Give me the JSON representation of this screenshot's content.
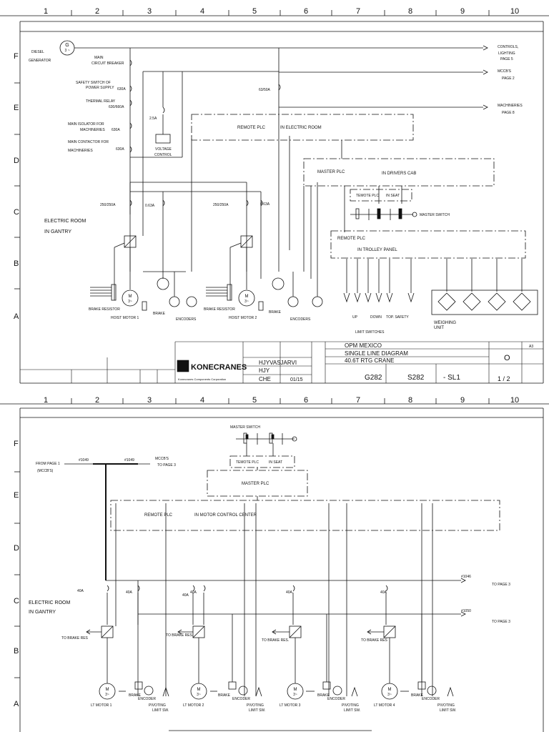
{
  "grid_numbers": [
    "1",
    "2",
    "3",
    "4",
    "5",
    "6",
    "7",
    "8",
    "9",
    "10"
  ],
  "grid_letters": [
    "F",
    "E",
    "D",
    "C",
    "B",
    "A"
  ],
  "sheet1": {
    "labels": {
      "diesel": "DIESEL",
      "generator": "GENERATOR",
      "gen_symbol": "G",
      "gen_phase": "3 ~",
      "main_cb_1": "MAIN",
      "main_cb_2": "CIRCUIT BREAKER",
      "safety_1": "SAFETY SWITCH OF",
      "safety_2": "POWER SUPPLY",
      "thermal": "THERMAL RELAY",
      "iso_1": "MAIN ISOLATOR FOR",
      "iso_2": "MACHINERIES",
      "cont_1": "MAIN CONTACTOR FOR",
      "cont_2": "MACHINERIES",
      "r630a": "630A",
      "r630_660a": "630/660A",
      "r630a_2": "630A",
      "r630a_3": "630A",
      "r25a": "2.5A",
      "r63_50a": "63/50A",
      "r250_250a_1": "250/250A",
      "r063a_1": "0.63A",
      "r250_250a_2": "250/250A",
      "r063a_2": "0.63A",
      "voltage_1": "VOLTAGE",
      "voltage_2": "CONTROL",
      "remote_plc": "REMOTE PLC",
      "in_electric_room": "IN ELECTRIC ROOM",
      "master_plc": "MASTER PLC",
      "in_drivers_cab": "IN DRIVERS CAB",
      "temote_plc": "TEMOTE PLC",
      "in_seat": "IN SEAT",
      "master_switch": "MASTER SWITCH",
      "remote_plc_2": "REMOTE PLC",
      "in_trolley_panel": "IN TROLLEY PANEL",
      "electric_room": "ELECTRIC ROOM",
      "in_gantry": "IN GANTRY",
      "brake_resistor_1": "BRAKE RESISTOR",
      "hoist_motor_1": "HOIST MOTOR 1",
      "brake_1": "BRAKE",
      "encoders_1": "ENCODERS",
      "brake_resistor_2": "BRAKE RESISTOR",
      "hoist_motor_2": "HOIST MOTOR 2",
      "brake_2": "BRAKE",
      "encoders_2": "ENCODERS",
      "up": "UP",
      "down": "DOWN",
      "top_safety": "TOP. SAFETY",
      "limit_switches": "LIMIT SWITCHES",
      "weighing_1": "WEIGHING",
      "weighing_2": "UNIT",
      "controls_1": "CONTROLS,",
      "controls_2": "LIGHTING",
      "controls_3": "PAGE 5",
      "mccbs_1": "MCCB'S",
      "mccbs_2": "PAGE 2",
      "mach_1": "MACHINERIES",
      "mach_2": "PAGE 8",
      "motor_m": "M",
      "motor_3": "3~"
    },
    "title_block": {
      "customer": "OPM MEXICO",
      "title": "SINGLE LINE DIAGRAM",
      "subtitle": "40.6T RTG CRANE",
      "designer": "HJYVASJARVI",
      "drawn": "HJY",
      "checked": "CHE",
      "date": "01/15",
      "order_no": "G282",
      "drawing_no": "S282",
      "sheet_code": "- SL1",
      "sheet": "1 / 2",
      "revision": "O",
      "size": "A3",
      "brand": "KONECRANES",
      "brand_sub": "Konecranes Components Corporation"
    }
  },
  "sheet2": {
    "labels": {
      "master_switch": "MASTER SWITCH",
      "temote_plc": "TEMOTE PLC",
      "in_seat": "IN SEAT",
      "from_page_1": "FROM PAGE 1",
      "mccbs": "(MCCB'S)",
      "w1049a": "#1049",
      "w1049b": "#1049",
      "mccbs_to_1": "MCCB'S",
      "mccbs_to_2": "TO PAGE 3",
      "master_plc": "MASTER PLC",
      "remote_plc": "REMOTE PLC",
      "in_mcc": "IN MOTOR CONTROL CENTER",
      "electric_room": "ELECTRIC ROOM",
      "in_gantry": "IN GANTRY",
      "w1046": "#1046",
      "to_page_3a": "TO PAGE 3",
      "w1050": "#1050",
      "to_page_3b": "TO PAGE 3",
      "to_brake_res_1": "TO BRAKE RES",
      "to_brake_res_2": "TO BRAKE RES.",
      "to_brake_res_3": "TO BRAKE RES.",
      "to_brake_res_4": "TO BRAKE RES",
      "r40a_1": "40A",
      "r40a_2": "40A",
      "r40a_3": "40A",
      "r40a_4": "40A",
      "r40a_5": "40A",
      "r40a_6": "40A",
      "lt_motor_1": "LT MOTOR 1",
      "lt_motor_2": "LT MOTOR 2",
      "lt_motor_3": "LT MOTOR 3",
      "lt_motor_4": "LT MOTOR 4",
      "brake": "BRAKE",
      "encoder": "ENCODER",
      "pivoting_1": "PIVOTING",
      "pivoting_2": "LIMIT SW.",
      "motor_m": "M",
      "motor_3": "3~"
    }
  }
}
